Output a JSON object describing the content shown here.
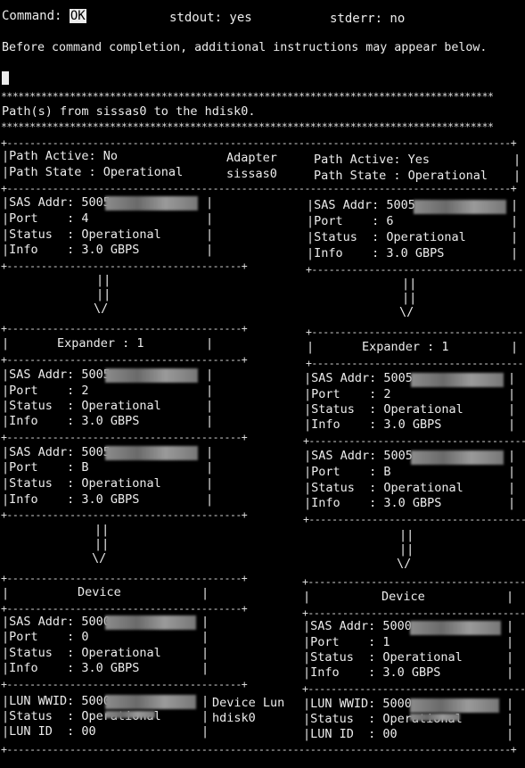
{
  "header": {
    "command_label": "Command:",
    "command_value": "OK",
    "stdout": "stdout: yes",
    "stderr": "stderr: no",
    "instructions": "Before command completion, additional instructions may appear below."
  },
  "banner": {
    "stars": "**************************************************************************************",
    "title": "Path(s) from sissas0 to the hdisk0.",
    "rule": "+----------------------------------------------------------------------------------------+"
  },
  "left": {
    "path_active": "|Path Active: No",
    "path_state": "|Path State : Operational",
    "adapter_port": {
      "sas": "|SAS Addr: 5005",
      "port": "|Port    : 4",
      "status": "|Status  : Operational",
      "info": "|Info    : 3.0 GBPS"
    },
    "expander_title": "Expander : 1",
    "exp_in": {
      "sas": "|SAS Addr: 5005",
      "port": "|Port    : 2",
      "status": "|Status  : Operational",
      "info": "|Info    : 3.0 GBPS"
    },
    "exp_out": {
      "sas": "|SAS Addr: 5005",
      "port": "|Port    : B",
      "status": "|Status  : Operational",
      "info": "|Info    : 3.0 GBPS"
    },
    "device_title": "Device",
    "device_port": {
      "sas": "|SAS Addr: 5000",
      "port": "|Port    : 0",
      "status": "|Status  : Operational",
      "info": "|Info    : 3.0 GBPS"
    },
    "lun": {
      "wwid": "|LUN WWID: 5000",
      "status": "|Status  : Operational",
      "id": "|LUN ID  : 00"
    }
  },
  "middle": {
    "adapter_label": "Adapter",
    "adapter_name": "sissas0",
    "device_lun_label": "Device Lun",
    "device_lun_name": "hdisk0"
  },
  "right": {
    "path_active": "Path Active: Yes",
    "path_state": "Path State : Operational",
    "adapter_port": {
      "sas": "|SAS Addr: 5005",
      "port": "|Port    : 6",
      "status": "|Status  : Operational",
      "info": "|Info    : 3.0 GBPS"
    },
    "expander_title": "Expander : 1",
    "exp_in": {
      "sas": "|SAS Addr: 5005",
      "port": "|Port    : 2",
      "status": "|Status  : Operational",
      "info": "|Info    : 3.0 GBPS"
    },
    "exp_out": {
      "sas": "|SAS Addr: 5005",
      "port": "|Port    : B",
      "status": "|Status  : Operational",
      "info": "|Info    : 3.0 GBPS"
    },
    "device_title": "Device",
    "device_port": {
      "sas": "|SAS Addr: 5000",
      "port": "|Port    : 1",
      "status": "|Status  : Operational",
      "info": "|Info    : 3.0 GBPS"
    },
    "lun": {
      "wwid": "|LUN WWID: 5000",
      "status": "|Status  : Operational",
      "id": "|LUN ID  : 00"
    }
  },
  "glyphs": {
    "box_rule": "+-----------------------------------------+",
    "box_rule_short": "+----------------------------------------+",
    "pipe": "|",
    "conn": "||",
    "arrow": "\\/"
  }
}
